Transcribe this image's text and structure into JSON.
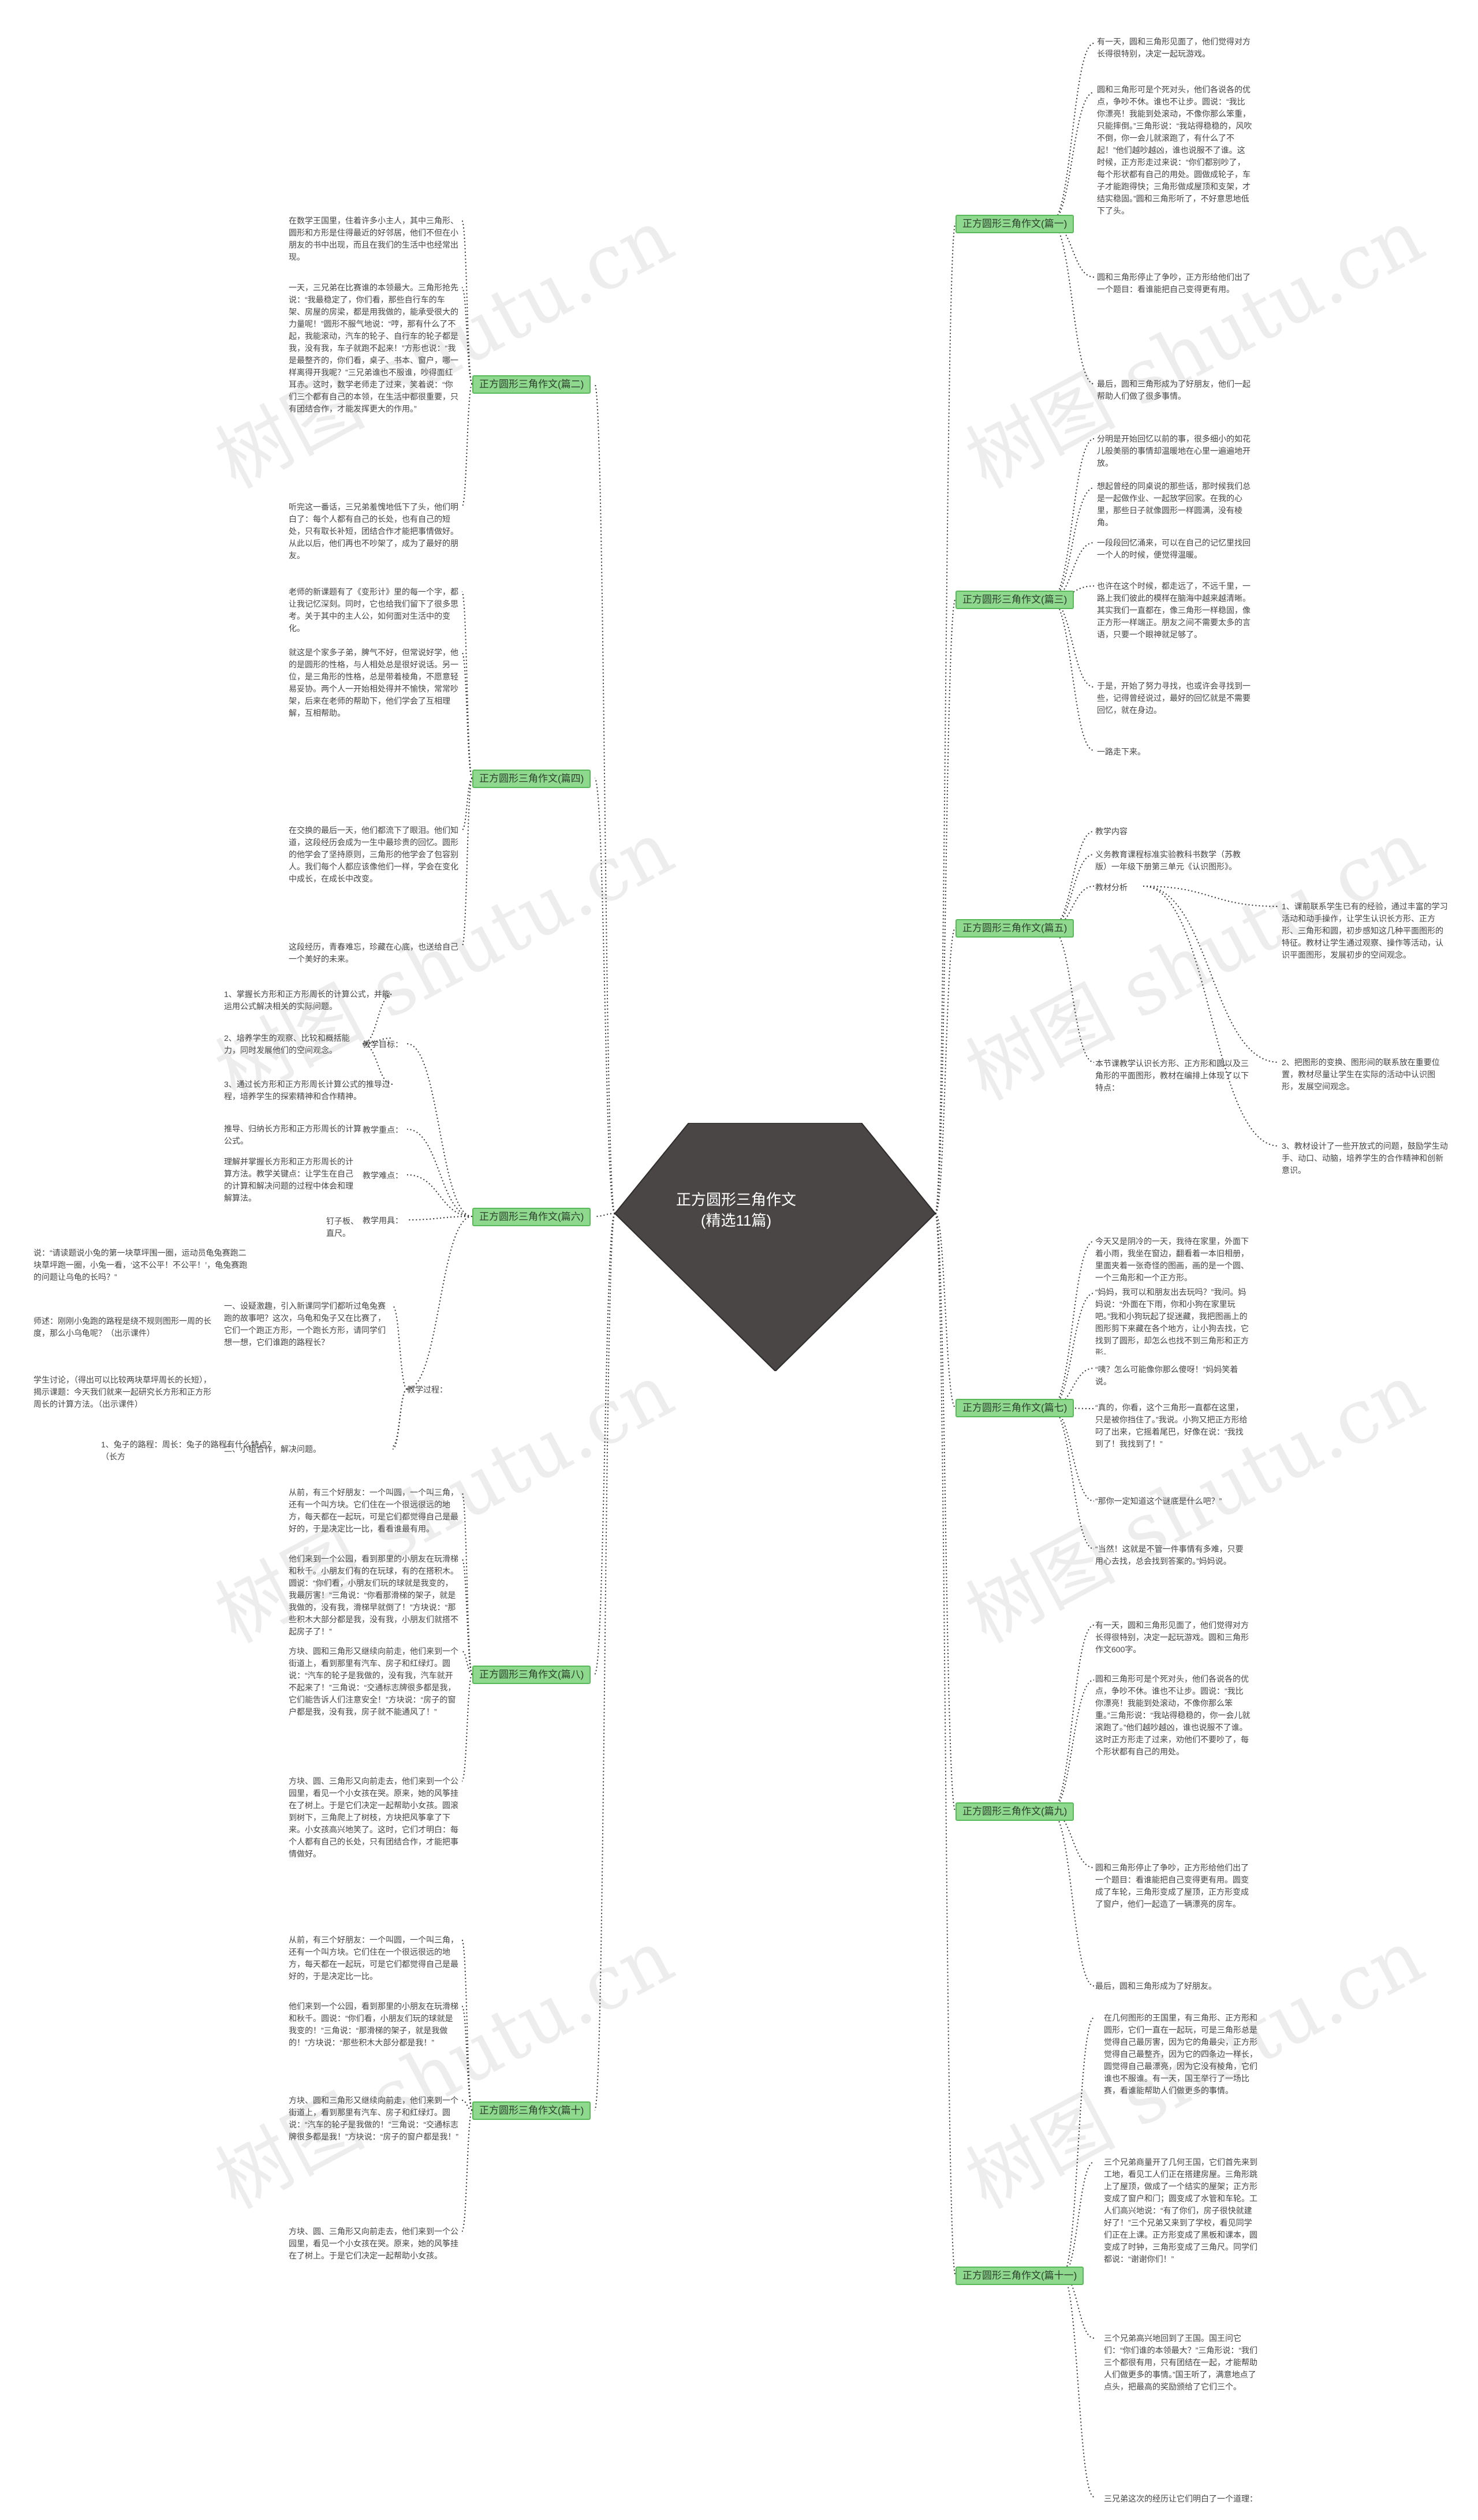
{
  "central_topic": "正方圆形三角作文(精选11篇)",
  "watermark": "树图 shutu.cn",
  "branches": {
    "b1": {
      "label": "正方圆形三角作文(篇一)",
      "leaves": [
        "有一天，圆和三角形见面了，他们觉得对方长得很特别，决定一起玩游戏。",
        "圆和三角形可是个死对头，他们各说各的优点，争吵不休。谁也不让步。圆说：“我比你漂亮！我能到处滚动，不像你那么笨重，只能摔倒。”三角形说：“我站得稳稳的，风吹不倒，你一会儿就滚跑了，有什么了不起！”他们越吵越凶，谁也说服不了谁。这时候，正方形走过来说：“你们都别吵了，每个形状都有自己的用处。圆做成轮子，车子才能跑得快；三角形做成屋顶和支架，才结实稳固。”圆和三角形听了，不好意思地低下了头。",
        "圆和三角形停止了争吵，正方形给他们出了一个题目：看谁能把自己变得更有用。",
        "最后，圆和三角形成为了好朋友，他们一起帮助人们做了很多事情。"
      ]
    },
    "b2": {
      "label": "正方圆形三角作文(篇二)",
      "leaves": [
        "在数学王国里，住着许多小主人，其中三角形、圆形和方形是住得最近的好邻居，他们不但在小朋友的书中出现，而且在我们的生活中也经常出现。",
        "一天，三兄弟在比赛谁的本领最大。三角形抢先说：“我最稳定了，你们看，那些自行车的车架、房屋的房梁，都是用我做的，能承受很大的力量呢！”圆形不服气地说：“哼，那有什么了不起，我能滚动，汽车的轮子、自行车的轮子都是我，没有我，车子就跑不起来！”方形也说：“我是最整齐的，你们看，桌子、书本、窗户，哪一样离得开我呢？”三兄弟谁也不服谁，吵得面红耳赤。这时，数学老师走了过来，笑着说：“你们三个都有自己的本领，在生活中都很重要，只有团结合作，才能发挥更大的作用。”",
        "听完这一番话，三兄弟羞愧地低下了头，他们明白了：每个人都有自己的长处，也有自己的短处，只有取长补短，团结合作才能把事情做好。从此以后，他们再也不吵架了，成为了最好的朋友。"
      ]
    },
    "b3": {
      "label": "正方圆形三角作文(篇三)",
      "leaves": [
        "分明是开始回忆以前的事，很多细小的如花儿般美丽的事情却温暖地在心里一遍遍地开放。",
        "想起曾经的同桌说的那些话，那时候我们总是一起做作业、一起放学回家。在我的心里，那些日子就像圆形一样圆满，没有棱角。",
        "一段段回忆涌来，可以在自己的记忆里找回一个人的时候，便觉得温暖。",
        "也许在这个时候，都走远了，不远千里，一路上我们彼此的模样在脑海中越来越清晰。其实我们一直都在，像三角形一样稳固，像正方形一样端正。朋友之间不需要太多的言语，只要一个眼神就足够了。",
        "于是，开始了努力寻找，也或许会寻找到一些，记得曾经说过，最好的回忆就是不需要回忆，就在身边。",
        "一路走下来。"
      ]
    },
    "b4": {
      "label": "正方圆形三角作文(篇四)",
      "leaves": [
        "老师的新课题有了《变形计》里的每一个字，都让我记忆深刻。同时，它也给我们留下了很多思考。关于其中的主人公，如何面对生活中的变化。",
        "就这是个家多子弟，脾气不好，但常说好学，他的是圆形的性格，与人相处总是很好说话。另一位，是三角形的性格，总是带着棱角，不愿意轻易妥协。两个人一开始相处得并不愉快，常常吵架，后来在老师的帮助下，他们学会了互相理解，互相帮助。",
        "在交换的最后一天，他们都流下了眼泪。他们知道，这段经历会成为一生中最珍贵的回忆。圆形的他学会了坚持原则，三角形的他学会了包容别人。我们每个人都应该像他们一样，学会在变化中成长，在成长中改变。",
        "这段经历，青春难忘，珍藏在心底，也送给自己一个美好的未来。"
      ]
    },
    "b5": {
      "label": "正方圆形三角作文(篇五)",
      "leaves": [
        "教学内容",
        "义务教育课程标准实验教科书数学（苏教版）一年级下册第三单元《认识图形》。",
        "教材分析",
        "1、课前联系学生已有的经验，通过丰富的学习活动和动手操作，让学生认识长方形、正方形、三角形和圆，初步感知这几种平面图形的特征。教材让学生通过观察、操作等活动，认识平面图形，发展初步的空间观念。",
        "本节课教学认识长方形、正方形和圆以及三角形的平面图形，教材在编排上体现了以下特点：",
        "2、把图形的变换、图形间的联系放在重要位置，教材尽量让学生在实际的活动中认识图形，发展空间观念。",
        "3、教材设计了一些开放式的问题，鼓励学生动手、动口、动脑，培养学生的合作精神和创新意识。"
      ]
    },
    "b6": {
      "label": "正方圆形三角作文(篇六)",
      "goal_label": "教学目标：",
      "goals": [
        "1、掌握长方形和正方形周长的计算公式，并能运用公式解决相关的实际问题。",
        "2、培养学生的观察、比较和概括能力，同时发展他们的空间观念。",
        "3、通过长方形和正方形周长计算公式的推导过程，培养学生的探索精神和合作精神。"
      ],
      "key_label": "教学重点：",
      "key": "推导、归纳长方形和正方形周长的计算公式。",
      "diff_label": "教学难点：",
      "diff": "理解并掌握长方形和正方形周长的计算方法。教学关键点：让学生在自己的计算和解决问题的过程中体会和理解算法。",
      "prep_label": "教学用具：",
      "prep": "钉子板、直尺。",
      "proc_label": "教学过程：",
      "proc_items": [
        "说：“请读题说小兔的第一块草坪围一圈，运动员龟兔赛跑二块草坪跑一圈，小兔一看，‘这不公平！不公平！’，龟兔赛跑的问题让乌龟的长吗？”",
        "一、设疑激趣，引入新课同学们都听过龟兔赛跑的故事吧？这次，乌龟和兔子又在比赛了，它们一个跑正方形，一个跑长方形，请同学们想一想，它们谁跑的路程长？",
        "师述：刚刚小兔跑的路程是绕不规则图形一周的长度，那么小乌龟呢？（出示课件）",
        "学生讨论，（得出可以比较两块草坪周长的长短），揭示课题：今天我们就来一起研究长方形和正方形周长的计算方法。（出示课件）",
        "二、小组合作，解决问题。",
        "1、兔子的路程：周长：兔子的路程有什么特点？（长方"
      ]
    },
    "b7": {
      "label": "正方圆形三角作文(篇七)",
      "leaves": [
        "今天又是阴冷的一天，我待在家里，外面下着小雨，我坐在窗边，翻看着一本旧相册，里面夹着一张奇怪的图画，画的是一个圆、一个三角形和一个正方形。",
        "“妈妈，我可以和朋友出去玩吗？”我问。妈妈说：“外面在下雨，你和小狗在家里玩吧。”我和小狗玩起了捉迷藏，我把图画上的图形剪下来藏在各个地方，让小狗去找，它找到了圆形，却怎么也找不到三角形和正方形。",
        "“咦？怎么可能像你那么傻呀！”妈妈笑着说。",
        "“真的，你看，这个三角形一直都在这里，只是被你挡住了。”我说。小狗又把正方形给叼了出来，它摇着尾巴，好像在说：“我找到了！我找到了！”",
        "“那你一定知道这个谜底是什么吧？”",
        "“当然！这就是不管一件事情有多难，只要用心去找，总会找到答案的。”妈妈说。"
      ]
    },
    "b8": {
      "label": "正方圆形三角作文(篇八)",
      "leaves": [
        "从前，有三个好朋友：一个叫圆，一个叫三角，还有一个叫方块。它们住在一个很远很远的地方，每天都在一起玩，可是它们都觉得自己是最好的，于是决定比一比，看看谁最有用。",
        "他们来到一个公园，看到那里的小朋友在玩滑梯和秋千。小朋友们有的在玩球，有的在搭积木。圆说：“你们看，小朋友们玩的球就是我变的，我最厉害！”三角说：“你看那滑梯的架子，就是我做的，没有我，滑梯早就倒了！”方块说：“那些积木大部分都是我，没有我，小朋友们就搭不起房子了！”",
        "方块、圆和三角形又继续向前走，他们来到一个街道上，看到那里有汽车、房子和红绿灯。圆说：“汽车的轮子是我做的，没有我，汽车就开不起来了！”三角说：“交通标志牌很多都是我，它们能告诉人们注意安全！”方块说：“房子的窗户都是我，没有我，房子就不能通风了！”",
        "方块、圆、三角形又向前走去，他们来到一个公园里，看见一个小女孩在哭。原来，她的风筝挂在了树上。于是它们决定一起帮助小女孩。圆滚到树下，三角爬上了树枝，方块把风筝拿了下来。小女孩高兴地笑了。这时，它们才明白：每个人都有自己的长处，只有团结合作，才能把事情做好。"
      ]
    },
    "b9": {
      "label": "正方圆形三角作文(篇九)",
      "leaves": [
        "有一天，圆和三角形见面了，他们觉得对方长得很特别，决定一起玩游戏。圆和三角形作文600字。",
        "圆和三角形可是个死对头，他们各说各的优点，争吵不休。谁也不让步。圆说：“我比你漂亮！我能到处滚动，不像你那么笨重。”三角形说：“我站得稳稳的，你一会儿就滚跑了。”他们越吵越凶，谁也说服不了谁。这时正方形走了过来，劝他们不要吵了，每个形状都有自己的用处。",
        "圆和三角形停止了争吵，正方形给他们出了一个题目：看谁能把自己变得更有用。圆变成了车轮，三角形变成了屋顶，正方形变成了窗户，他们一起造了一辆漂亮的房车。",
        "最后，圆和三角形成为了好朋友。"
      ]
    },
    "b10": {
      "label": "正方圆形三角作文(篇十)",
      "leaves": [
        "从前，有三个好朋友：一个叫圆，一个叫三角，还有一个叫方块。它们住在一个很远很远的地方，每天都在一起玩，可是它们都觉得自己是最好的，于是决定比一比。",
        "他们来到一个公园，看到那里的小朋友在玩滑梯和秋千。圆说：“你们看，小朋友们玩的球就是我变的！”三角说：“那滑梯的架子，就是我做的！”方块说：“那些积木大部分都是我！”",
        "方块、圆和三角形又继续向前走，他们来到一个街道上，看到那里有汽车、房子和红绿灯。圆说：“汽车的轮子是我做的！”三角说：“交通标志牌很多都是我！”方块说：“房子的窗户都是我！”",
        "方块、圆、三角形又向前走去，他们来到一个公园里，看见一个小女孩在哭。原来，她的风筝挂在了树上。于是它们决定一起帮助小女孩。"
      ]
    },
    "b11": {
      "label": "正方圆形三角作文(篇十一)",
      "leaves": [
        "在几何图形的王国里，有三角形、正方形和圆形，它们一直在一起玩，可是三角形总是觉得自己最厉害，因为它的角最尖，正方形觉得自己最整齐，因为它的四条边一样长，圆觉得自己最漂亮，因为它没有棱角，它们谁也不服谁。有一天，国王举行了一场比赛，看谁能帮助人们做更多的事情。",
        "三个兄弟商量开了几何王国，它们首先来到工地，看见工人们正在搭建房屋。三角形跳上了屋顶，做成了一个结实的屋架；正方形变成了窗户和门；圆变成了水管和车轮。工人们高兴地说：“有了你们，房子很快就建好了！”三个兄弟又来到了学校，看见同学们正在上课。正方形变成了黑板和课本，圆变成了时钟，三角形变成了三角尺。同学们都说：“谢谢你们！”",
        "三个兄弟高兴地回到了王国。国王问它们：“你们谁的本领最大？”三角形说：“我们三个都很有用，只有团结在一起，才能帮助人们做更多的事情。”国王听了，满意地点了点头，把最高的奖励颁给了它们三个。",
        "三兄弟这次的经历让它们明白了一个道理："
      ]
    }
  }
}
